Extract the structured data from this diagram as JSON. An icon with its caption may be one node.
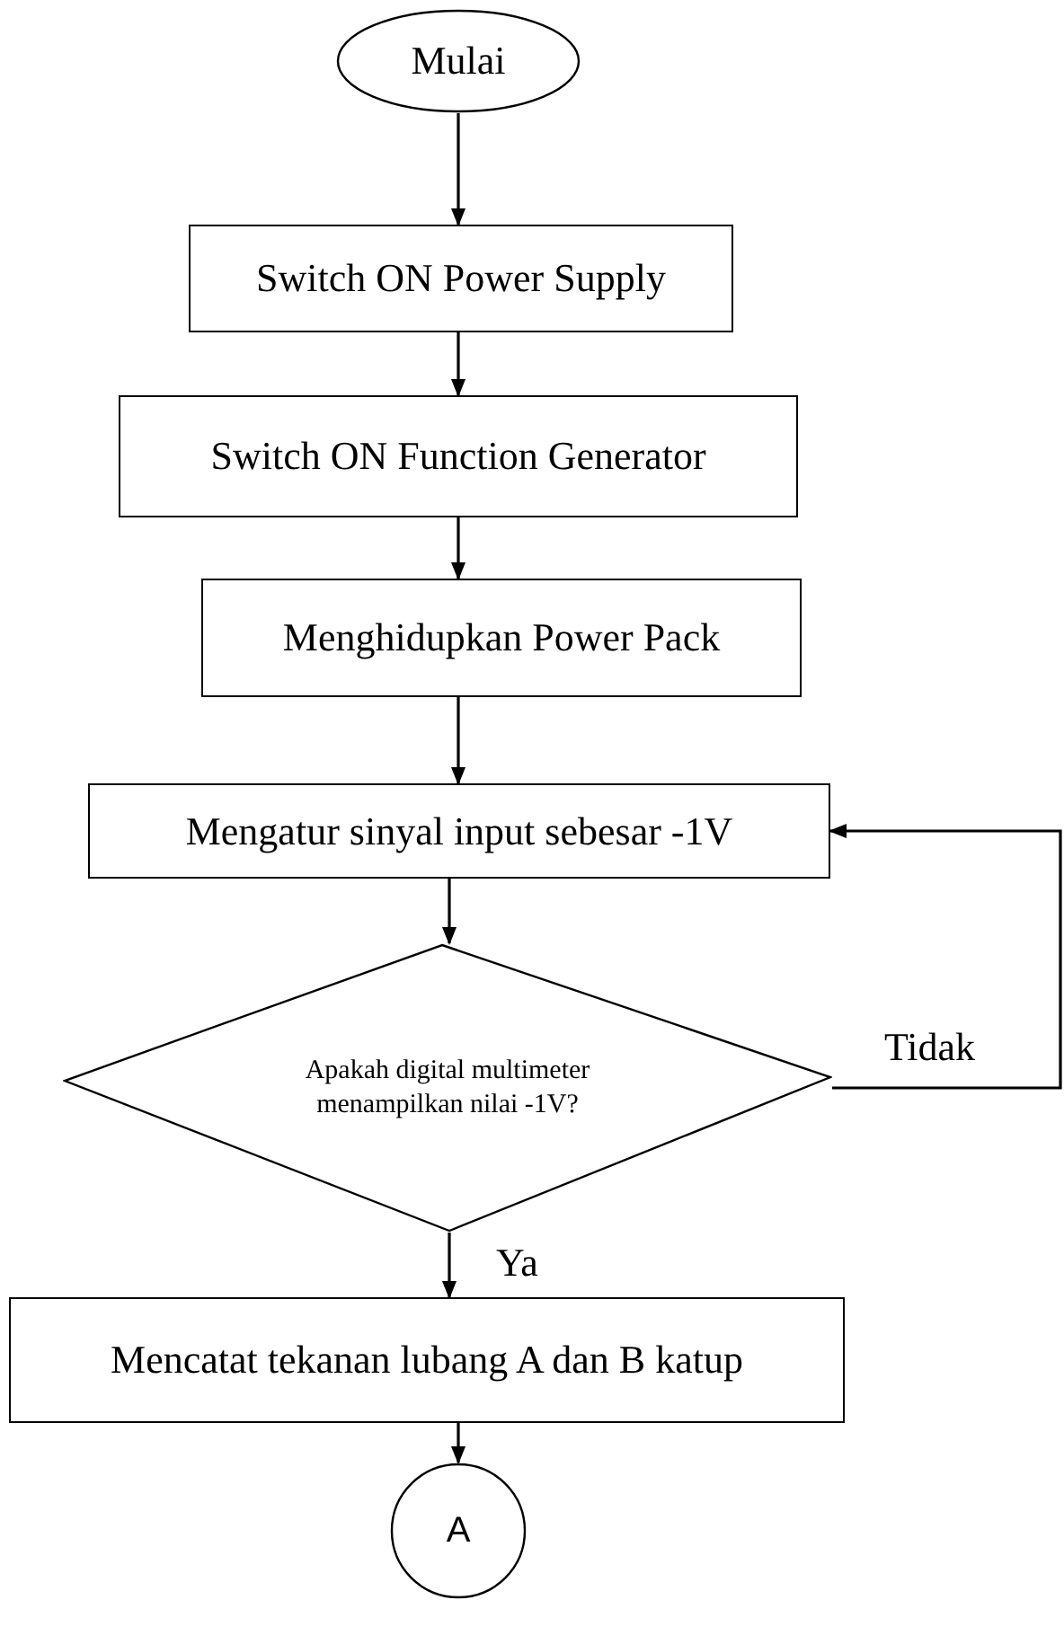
{
  "diagram": {
    "nodes": [
      {
        "text": [
          "Mulai"
        ]
      },
      {
        "text": [
          "Switch ON Power Supply"
        ]
      },
      {
        "text": [
          "Switch ON Function Generator"
        ]
      },
      {
        "text": [
          "Menghidupkan Power Pack"
        ]
      },
      {
        "text": [
          "Mengatur sinyal input sebesar -1V"
        ]
      },
      {
        "text": [
          "Apakah digital multimeter menampilkan nilai -1V?"
        ]
      },
      {
        "text": [
          "Mencatat tekanan lubang A dan B katup"
        ]
      },
      {
        "text": [
          "A"
        ]
      }
    ],
    "edges": [
      {
        "from": 0,
        "to": 1,
        "arrow": "to"
      },
      {
        "from": 1,
        "to": 2,
        "arrow": "to"
      },
      {
        "from": 2,
        "to": 3,
        "arrow": "to"
      },
      {
        "from": 3,
        "to": 4,
        "arrow": "to"
      },
      {
        "from": 4,
        "to": 5,
        "arrow": "to"
      },
      {
        "from": 5,
        "to": 6,
        "arrow": "to",
        "label": "Ya"
      },
      {
        "from": 6,
        "to": 7,
        "arrow": "to"
      },
      {
        "from": 5,
        "to": 4,
        "arrow": "to",
        "label": "Tidak"
      }
    ]
  }
}
